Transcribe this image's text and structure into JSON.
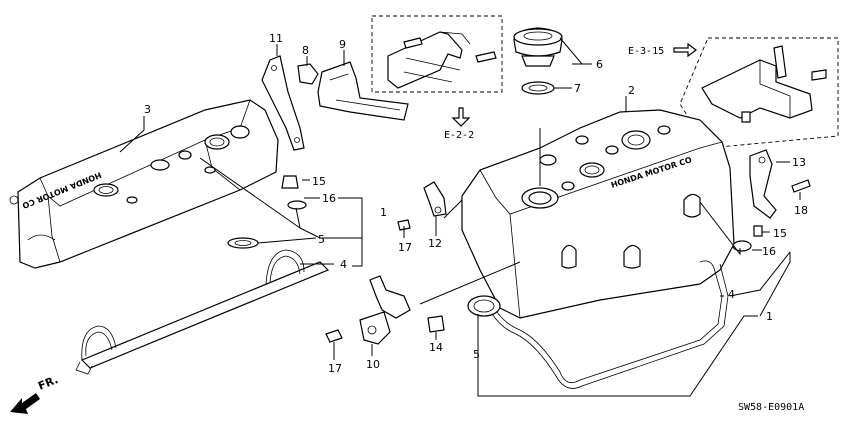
{
  "callouts": [
    {
      "id": "c1a",
      "text": "1"
    },
    {
      "id": "c1b",
      "text": "1"
    },
    {
      "id": "c2",
      "text": "2"
    },
    {
      "id": "c3",
      "text": "3"
    },
    {
      "id": "c4a",
      "text": "4"
    },
    {
      "id": "c4b",
      "text": "4"
    },
    {
      "id": "c5a",
      "text": "5"
    },
    {
      "id": "c5b",
      "text": "5"
    },
    {
      "id": "c6",
      "text": "6"
    },
    {
      "id": "c7",
      "text": "7"
    },
    {
      "id": "c8",
      "text": "8"
    },
    {
      "id": "c9",
      "text": "9"
    },
    {
      "id": "c10",
      "text": "10"
    },
    {
      "id": "c11",
      "text": "11"
    },
    {
      "id": "c12",
      "text": "12"
    },
    {
      "id": "c13",
      "text": "13"
    },
    {
      "id": "c14",
      "text": "14"
    },
    {
      "id": "c15a",
      "text": "15"
    },
    {
      "id": "c15b",
      "text": "15"
    },
    {
      "id": "c16a",
      "text": "16"
    },
    {
      "id": "c16b",
      "text": "16"
    },
    {
      "id": "c17a",
      "text": "17"
    },
    {
      "id": "c17b",
      "text": "17"
    },
    {
      "id": "c18",
      "text": "18"
    }
  ],
  "references": {
    "e22": "E-2-2",
    "e315": "E-3-15"
  },
  "embossing": {
    "left_cover": "HONDA MOTOR CO",
    "right_cover": "HONDA MOTOR CO"
  },
  "direction_label": "FR.",
  "diagram_code": "SW58-E0901A"
}
